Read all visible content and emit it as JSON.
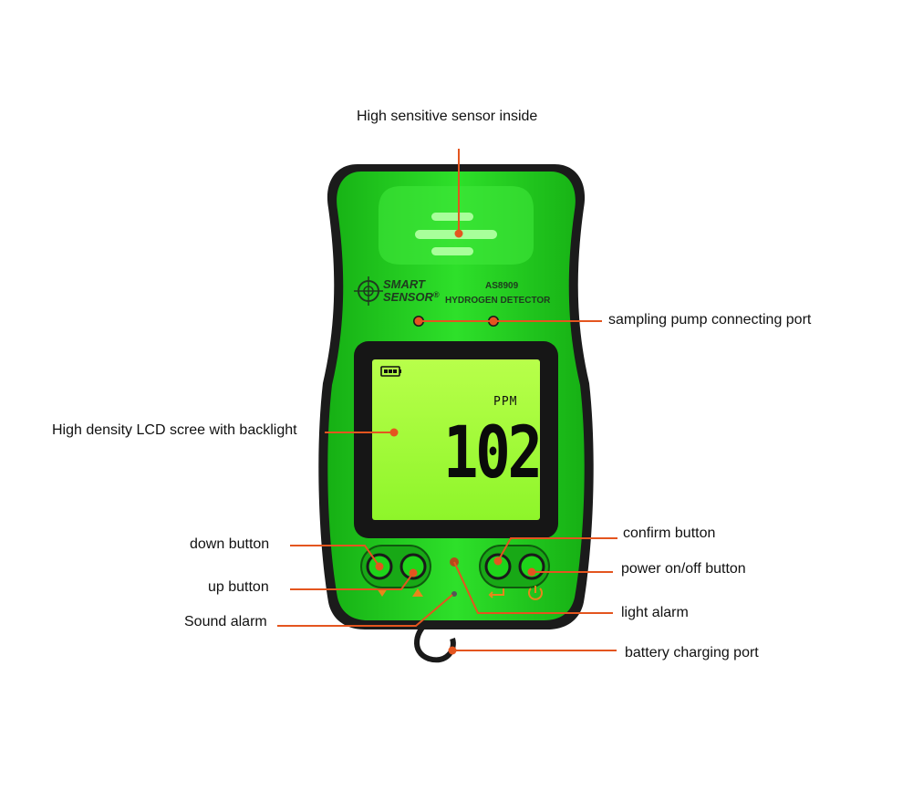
{
  "device": {
    "brand_line1": "SMART",
    "brand_line2": "SENSOR",
    "registered_mark": "®",
    "model": "AS8909",
    "product_name": "HYDROGEN DETECTOR",
    "body_color": "#1fd11a",
    "lcd_color": "#9cff30"
  },
  "lcd": {
    "unit": "PPM",
    "reading": "102",
    "battery_icon": "battery-full-icon"
  },
  "button_symbols": {
    "down": "▼",
    "up": "▲",
    "confirm": "enter-icon",
    "power": "power-icon"
  },
  "callouts": {
    "sensor": "High sensitive sensor inside",
    "pump_port": "sampling pump connecting port",
    "lcd": "High density LCD scree with backlight",
    "down_button": "down button",
    "up_button": "up button",
    "sound_alarm": "Sound alarm",
    "confirm_button": "confirm button",
    "power_button": "power on/off button",
    "light_alarm": "light alarm",
    "charging_port": "battery charging port"
  },
  "colors": {
    "leader_line": "#e4551f",
    "leader_dot": "#e4551f",
    "text": "#111111"
  }
}
